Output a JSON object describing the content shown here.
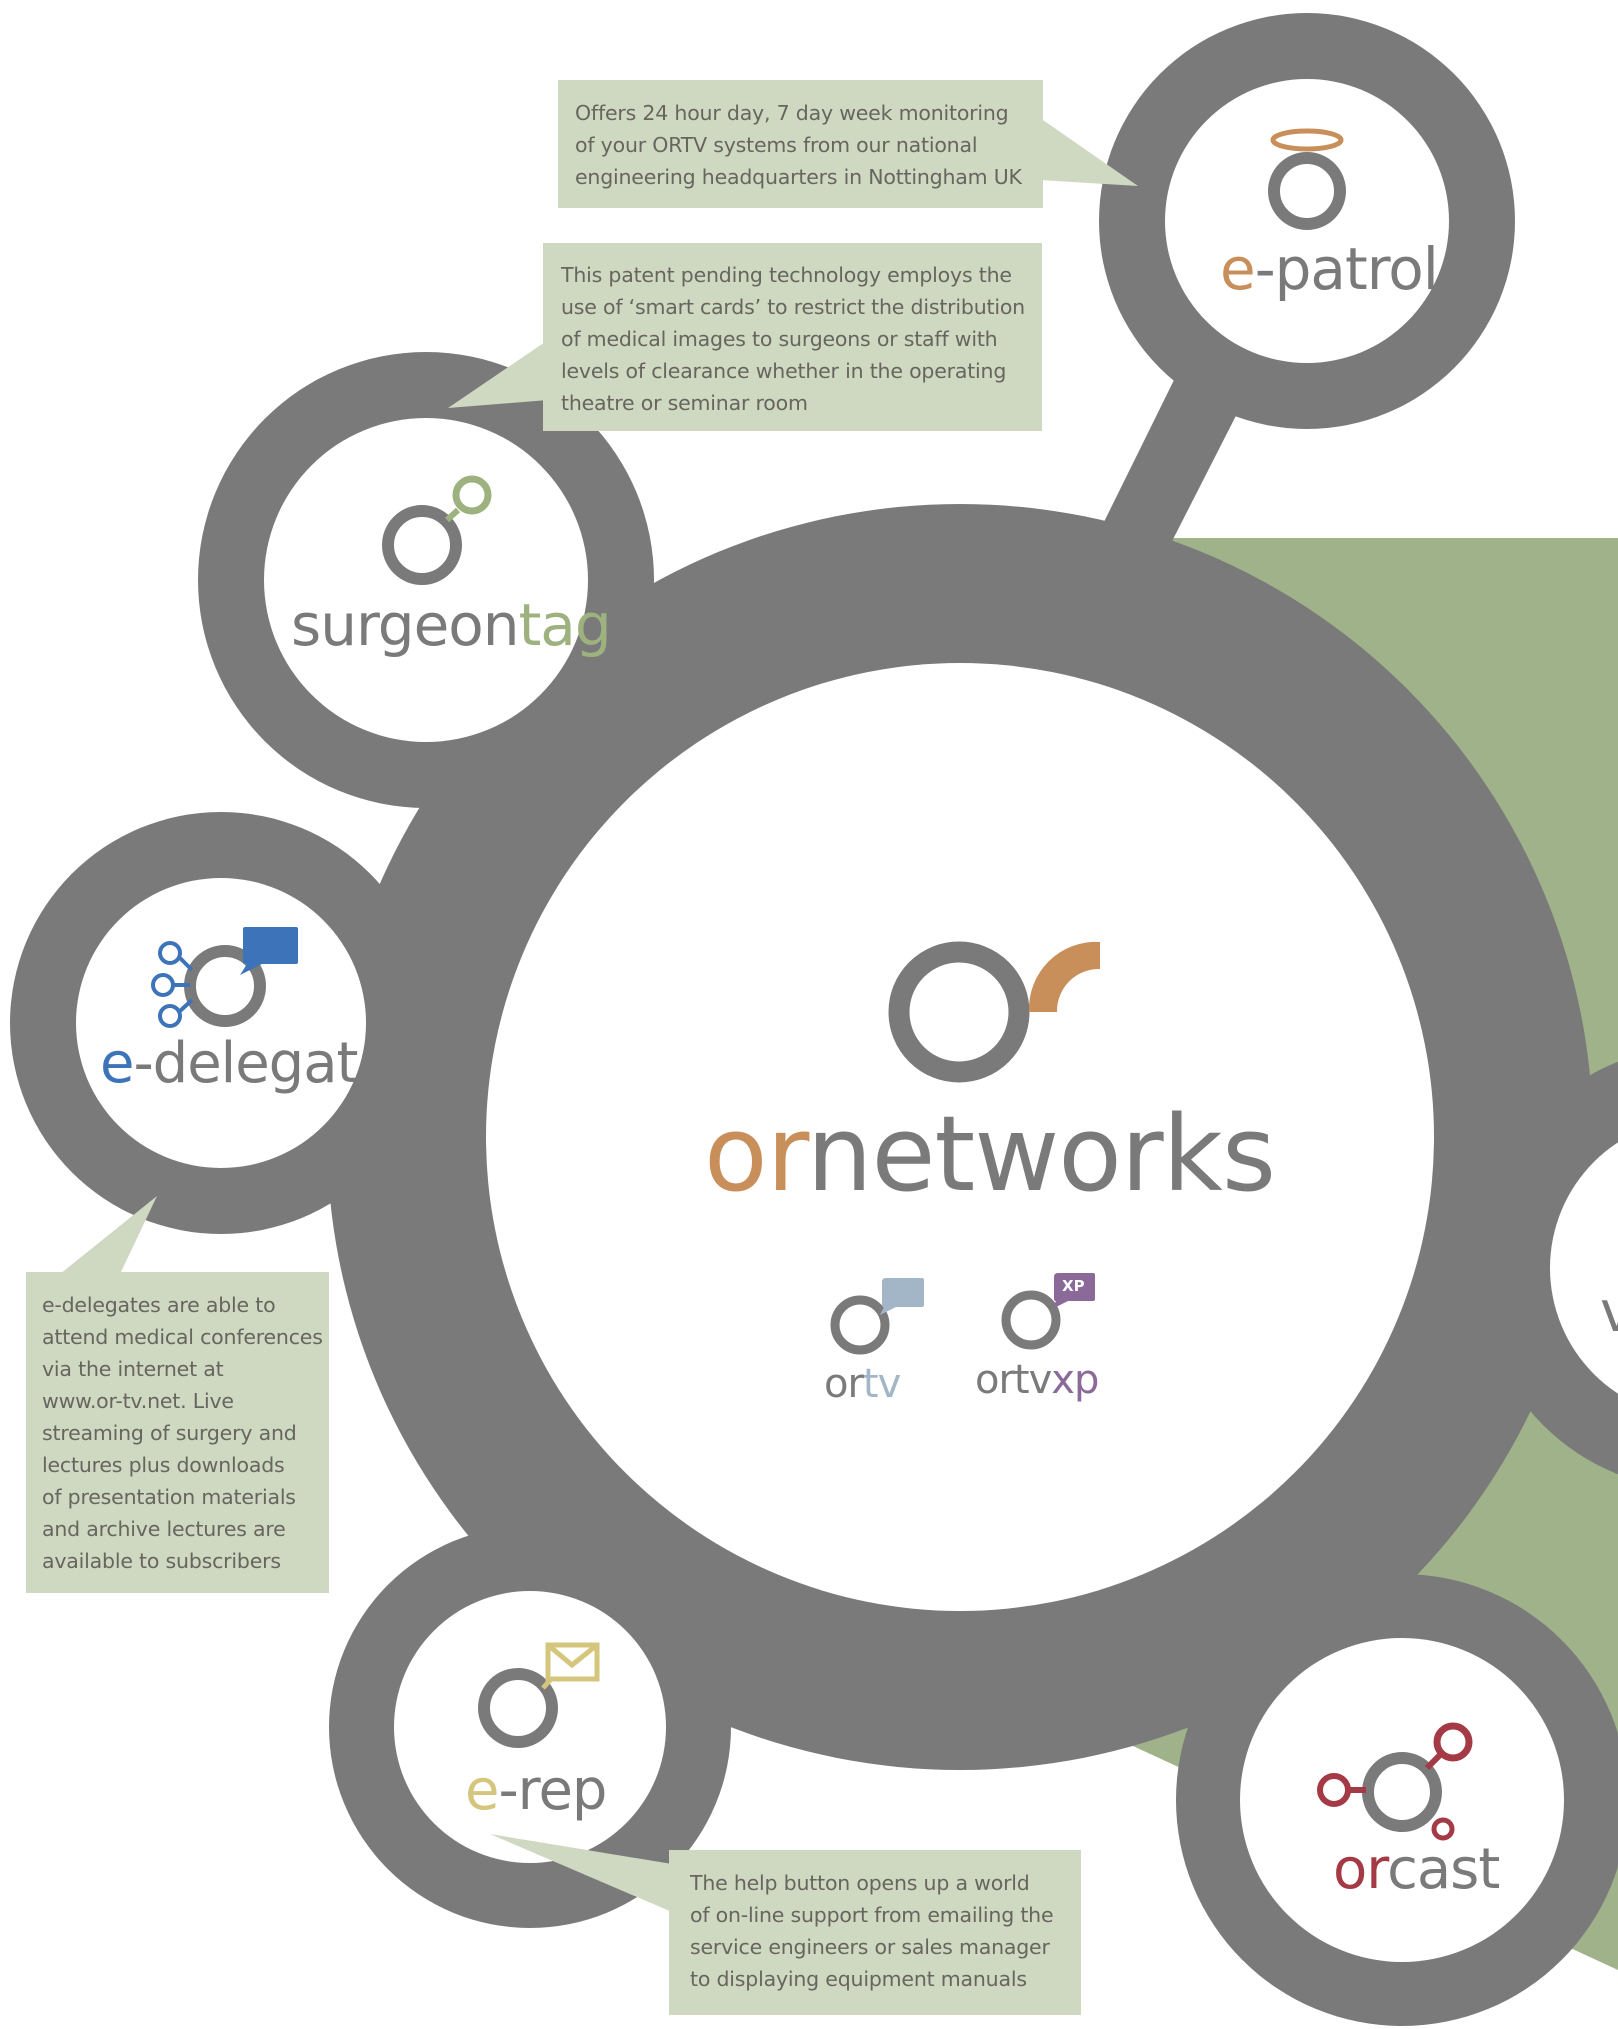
{
  "colors": {
    "hub_gray": "#7a7a7a",
    "callout_bg": "#cfd8c0",
    "green_bg": "#a0b28a",
    "callout_text": "#66665f",
    "orange": "#c98f5a",
    "sage": "#9db27f",
    "blue": "#3d74b9",
    "yellow": "#d4c67c",
    "crimson": "#a33a46",
    "light_blue": "#a3b6c8",
    "purple": "#8b6a9a"
  },
  "hub": {
    "logo_prefix": "or",
    "logo_suffix": "networks",
    "sub_brands": [
      {
        "prefix": "or",
        "suffix": "tv",
        "icon": "speech-square-icon"
      },
      {
        "prefix": "ortvxp",
        "suffix": "",
        "badge": "XP",
        "icon": "xp-badge-icon"
      }
    ]
  },
  "satellites": [
    {
      "id": "e-patrol",
      "prefix": "e",
      "rest": "-patrol",
      "icon": "halo-icon"
    },
    {
      "id": "surgeontag",
      "prefix": "surgeon",
      "rest": "tag",
      "icon": "tag-bubble-icon"
    },
    {
      "id": "e-delegate",
      "prefix": "e",
      "rest": "-delegate",
      "icon": "speech-bubble-icon"
    },
    {
      "id": "e-rep",
      "prefix": "e",
      "rest": "-rep",
      "icon": "envelope-icon"
    },
    {
      "id": "orcast",
      "prefix": "or",
      "rest": "cast",
      "icon": "broadcast-nodes-icon"
    },
    {
      "id": "partial-right",
      "prefix": "v",
      "rest": "",
      "icon": ""
    }
  ],
  "callouts": {
    "e_patrol": "Offers 24 hour day, 7 day week monitoring\nof your ORTV systems from our national\nengineering headquarters in Nottingham UK",
    "surgeontag": "This patent pending technology employs the\nuse of ‘smart cards’ to restrict the distribution\nof medical images to surgeons or staff with\nlevels of clearance whether in the operating\ntheatre or seminar room",
    "e_delegate": "e-delegates are able to\nattend medical conferences\nvia the internet at\nwww.or-tv.net. Live\nstreaming of surgery and\nlectures plus downloads\nof presentation materials\nand archive lectures are\navailable to subscribers",
    "e_rep": "The help button opens up a world\nof on-line support from emailing the\nservice engineers or sales manager\nto displaying equipment manuals"
  }
}
